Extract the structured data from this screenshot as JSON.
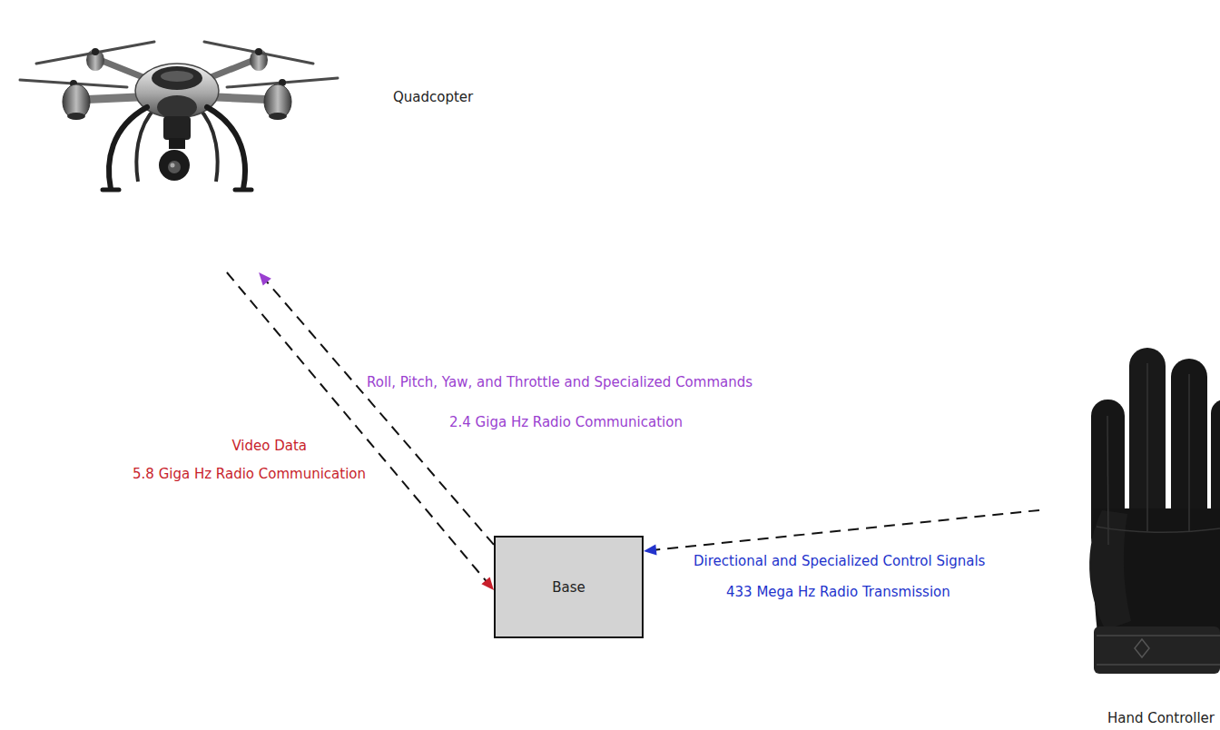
{
  "diagram": {
    "nodes": [
      {
        "text": [
          "Quadcopter"
        ]
      },
      {
        "text": [
          "Base"
        ]
      },
      {
        "text": [
          "Hand Controller"
        ]
      }
    ],
    "edges": [
      {
        "from": 1,
        "to": 0,
        "arrow": "to",
        "label": "Roll, Pitch, Yaw, and Throttle and Specialized Commands"
      },
      {
        "from": 0,
        "to": 1,
        "arrow": "to",
        "label": "Video Data"
      },
      {
        "from": 2,
        "to": 1,
        "arrow": "to",
        "label": "Directional and Specialized Control Signals"
      }
    ],
    "labels": [
      "2.4 Giga Hz Radio Communication",
      "5.8 Giga Hz Radio Communication",
      "433 Mega Hz Radio Transmission"
    ]
  }
}
